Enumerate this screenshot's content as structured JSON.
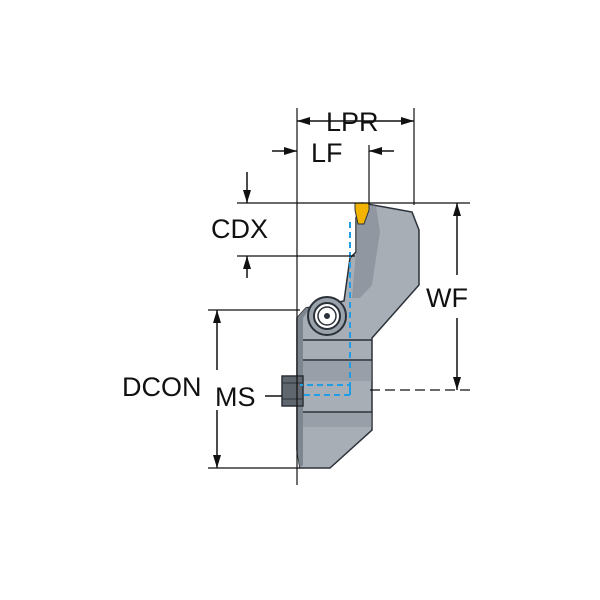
{
  "diagram": {
    "labels": {
      "lpr": "LPR",
      "lf": "LF",
      "cdx": "CDX",
      "wf": "WF",
      "dcon": "DCON",
      "ms": "MS"
    },
    "colors": {
      "body": "#a7aeb6",
      "body_dark": "#7d858e",
      "body_shadow": "#5f666e",
      "insert": "#f2b400",
      "coolant": "#1f9ee6",
      "line": "#111111",
      "background": "#ffffff"
    }
  }
}
